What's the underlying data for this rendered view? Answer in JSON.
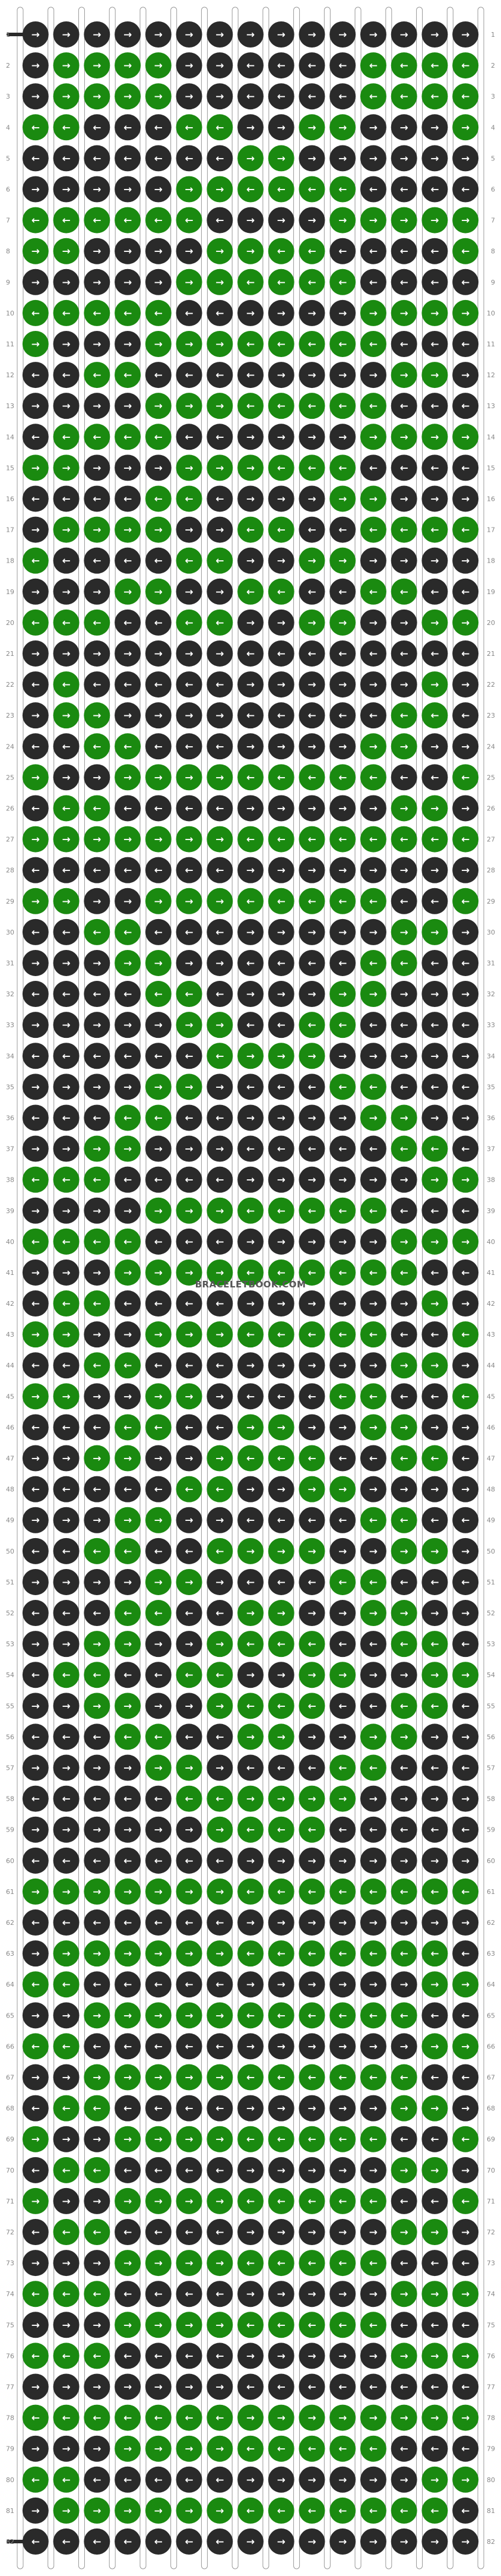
{
  "watermark": "BRACELETBOOK.COM",
  "colors": {
    "dark": "#2a2a2a",
    "green": "#1a8a10",
    "thread_outline": "#999999",
    "background": "#ffffff"
  },
  "pattern": {
    "rows": 82,
    "strings": 16,
    "row_numbers": [
      "1",
      "2",
      "3",
      "4",
      "5",
      "6",
      "7",
      "8",
      "9",
      "10",
      "11",
      "12",
      "13",
      "14",
      "15",
      "16",
      "17",
      "18",
      "19",
      "20",
      "21",
      "22",
      "23",
      "24",
      "25",
      "26",
      "27",
      "28",
      "29",
      "30",
      "31",
      "32",
      "33",
      "34",
      "35",
      "36",
      "37",
      "38",
      "39",
      "40",
      "41",
      "42",
      "43",
      "44",
      "45",
      "46",
      "47",
      "48",
      "49",
      "50",
      "51",
      "52",
      "53",
      "54",
      "55",
      "56",
      "57",
      "58",
      "59",
      "60",
      "61",
      "62",
      "63",
      "64",
      "65",
      "66",
      "67",
      "68",
      "69",
      "70",
      "71",
      "72",
      "73",
      "74",
      "75",
      "76",
      "77",
      "78",
      "79",
      "80",
      "81",
      "82"
    ],
    "knot_colors": [
      "DDDDDDDDDDDDDDD",
      "DGGGGDDDDDDGGGG",
      "DGGGGDDDDDDGGGG",
      "GGDDDGGDDGGDDDG",
      "DDDDDDDGGDDDDDD",
      "DDDDDGGGGGGDDDD",
      "GGGGGGDDDDGGGGG",
      "GGDDDDGGGGDDDDG",
      "DDDDDGGGGGGDDDD",
      "GGGGGDDDDDDGGGG",
      "GDDDGGGGGGGGDDD",
      "DDGGDDDDDDDDGGD",
      "DDDDGGGGGGGGDDD",
      "DGGGGDDDDDDGGGG",
      "GGDDDGGGGGGDDDD",
      "DDDDGGDDDDGGDDD",
      "DGGGGDDGGDDGGGG",
      "GDDDDGGDDGGDDDD",
      "DDDGGDDGGDDGGDD",
      "GGGDDGGDDGGDDGG",
      "DDDDDDDDDDDDDDD",
      "DGDDDDDDDDDDDGD",
      "DGGDDDDDDDDDGGD",
      "DDGGDDDDDDDGGDD",
      "GDDGGGGGGGGGDDG",
      "DGGDDDDDDDDDGGD",
      "GGGGGGGGGGGGGGG",
      "DDDDDDDDDDDDDDD",
      "GGDDGGGGGGGGDDG",
      "DDGGDDDDDDDDGGD",
      "DDDGGDDDDDDGGDD",
      "DDDDGGDDDDGGDDD",
      "DDDDDGGDDGGDDDD",
      "DDDDDDGGGGDDDDD",
      "DDDDGGDDDDGGDDD",
      "DDDGGDDDDDDGGDD",
      "DDGGDDDDDDDDGGD",
      "GGGDDDDDDDDDDGG",
      "DDDDGGGGGGGGDDD",
      "GGGGDDDDDDDDGGG",
      "DDDGGGGGGGGGGDD",
      "DGGDDDDDDDDDDGD",
      "GGDDGGGGGGGGDDG",
      "DDGGDDDDDDDDGGD",
      "GGDDGGDDDDGGDDG",
      "DDDGGDDGGDDGGDD",
      "DDGGDDGGGGDDGGD",
      "DDDDDGGDDGGDDDD",
      "DDDGGDDDDDDGGDD",
      "DDGGDDGGGGDDGGD",
      "DDDDGGDDDDGGDDD",
      "DDDGGDDGGDDGGDD",
      "DDGGDDGGGGDDGGD",
      "DGGDDGGDDGGDDGG",
      "DDGGDDGGGGDDGGD",
      "DDDGGDDGGDDGGDD",
      "DDDDGGDDDDGGDDD",
      "DDDDDGGGGGGDDDD",
      "DDDDDDGGGGDDDDD",
      "DDDDDDDDDDDDDDD",
      "GGGGGGGGGGGGGGG",
      "DDDDDDDDDDDDDDD",
      "DGGGGGGGGGGGGGD",
      "GGDDDDDDDDDDDGG",
      "DDGGGGGGGGGGGDD",
      "GGDDDDDDDDDDDGG",
      "DDGGGGGGGGGGGDD",
      "DGGDDDDDDDDDGGD",
      "GDDGGGGGGGGGDDG",
      "DGGDDDDDDDDDGGD",
      "GDDGGGGGGGGGDDG",
      "DGGDDDDDDDDDGGD",
      "DDDGGGGGGGGGDDD",
      "GGGDDDDDDDDDGGG",
      "DDDGGGGGGGGGDDD",
      "GGGDDDDDDDDDGGG",
      "DDDDDDDDDDDDDDD",
      "GGGGGGGGGGGGGGG",
      "DDDGGGGGGGGGDDD",
      "GGDDDDDDDDDDDGG",
      "DGGGGGGGGGGGGGD",
      "DDDDDDDDDDDDDDD"
    ],
    "knot_arrows": [
      "RRRRRRRRRRRRRRR",
      "RRRRRRRLLLLLLLL",
      "RRRRRRRLLLLLLLL",
      "LLLLLLLRRRRRRRR",
      "LLLLLLLRRRRRRRR",
      "RRRRRRRLLLLLLLL",
      "LLLLLLLRRRRRRRR",
      "RRRRRRRRLLLLLLL",
      "RRRRRRRLLLLLLLL",
      "LLLLLLLRRRRRRRR",
      "RRRRRRRLLLLLLLL",
      "LLLLLLLLRRRRRRR",
      "RRRRRRRLLLLLLLL",
      "LLLLLLLRRRRRRRR",
      "RRRRRRRRLLLLLLL",
      "LLLLLLLRRRRRRRR",
      "RRRRRRRLLLLLLLL",
      "LLLLLLLRRRRRRRR",
      "RRRRRRRLLLLLLLL",
      "LLLLLLLRRRRRRRR",
      "RRRRRRRLLLLLLLL",
      "LLLLLLLRRRRRRRR",
      "RRRRRRRLLLLLLLL",
      "LLLLLLLRRRRRRRR",
      "RRRRRRRLLLLLLLL",
      "LLLLLLLRRRRRRRR",
      "RRRRRRRLLLLLLLL",
      "LLLLLLLRRRRRRRR",
      "RRRRRRRLLLLLLLL",
      "LLLLLLLRRRRRRRR",
      "RRRRRRRLLLLLLLL",
      "LLLLLLLRRRRRRRR",
      "RRRRRRRLLLLLLLL",
      "LLLLLLLRRRRRRRR",
      "RRRRRRRLLLLLLLL",
      "LLLLLLLRRRRRRRR",
      "RRRRRRRLLLLLLLL",
      "LLLLLLLRRRRRRRR",
      "RRRRRRRLLLLLLLL",
      "LLLLLLLRRRRRRRR",
      "RRRRRRRLLLLLLLL",
      "LLLLLLLRRRRRRRR",
      "RRRRRRRLLLLLLLL",
      "LLLLLLLRRRRRRRR",
      "RRRRRRRLLLLLLLL",
      "LLLLLLLRRRRRRRR",
      "RRRRRRRLLLLLLLL",
      "LLLLLLLRRRRRRRR",
      "RRRRRRRLLLLLLLL",
      "LLLLLLLRRRRRRRR",
      "RRRRRRRLLLLLLLL",
      "LLLLLLLRRRRRRRR",
      "RRRRRRRLLLLLLLL",
      "LLLLLLLRRRRRRRR",
      "RRRRRRRLLLLLLLL",
      "LLLLLLLRRRRRRRR",
      "RRRRRRRLLLLLLLL",
      "LLLLLLLRRRRRRRR",
      "RRRRRRRLLLLLLLL",
      "LLLLLLLRRRRRRRR",
      "RRRRRRRLLLLLLLL",
      "LLLLLLLRRRRRRRR",
      "RRRRRRRLLLLLLLL",
      "LLLLLLLRRRRRRRR",
      "RRRRRRRLLLLLLLL",
      "LLLLLLLRRRRRRRR",
      "RRRRRRRLLLLLLLL",
      "LLLLLLLRRRRRRRR",
      "RRRRRRRLLLLLLLL",
      "LLLLLLLRRRRRRRR",
      "RRRRRRRLLLLLLLL",
      "LLLLLLLRRRRRRRR",
      "RRRRRRRLLLLLLLL",
      "LLLLLLLRRRRRRRR",
      "RRRRRRRLLLLLLLL",
      "LLLLLLLRRRRRRRR",
      "RRRRRRRLLLLLLLL",
      "LLLLLLLRRRRRRRR",
      "RRRRRRRLLLLLLLL",
      "LLLLLLLRRRRRRRR",
      "RRRRRRRLLLLLLLL",
      "LLLLLLLRRRRRRRR"
    ]
  }
}
